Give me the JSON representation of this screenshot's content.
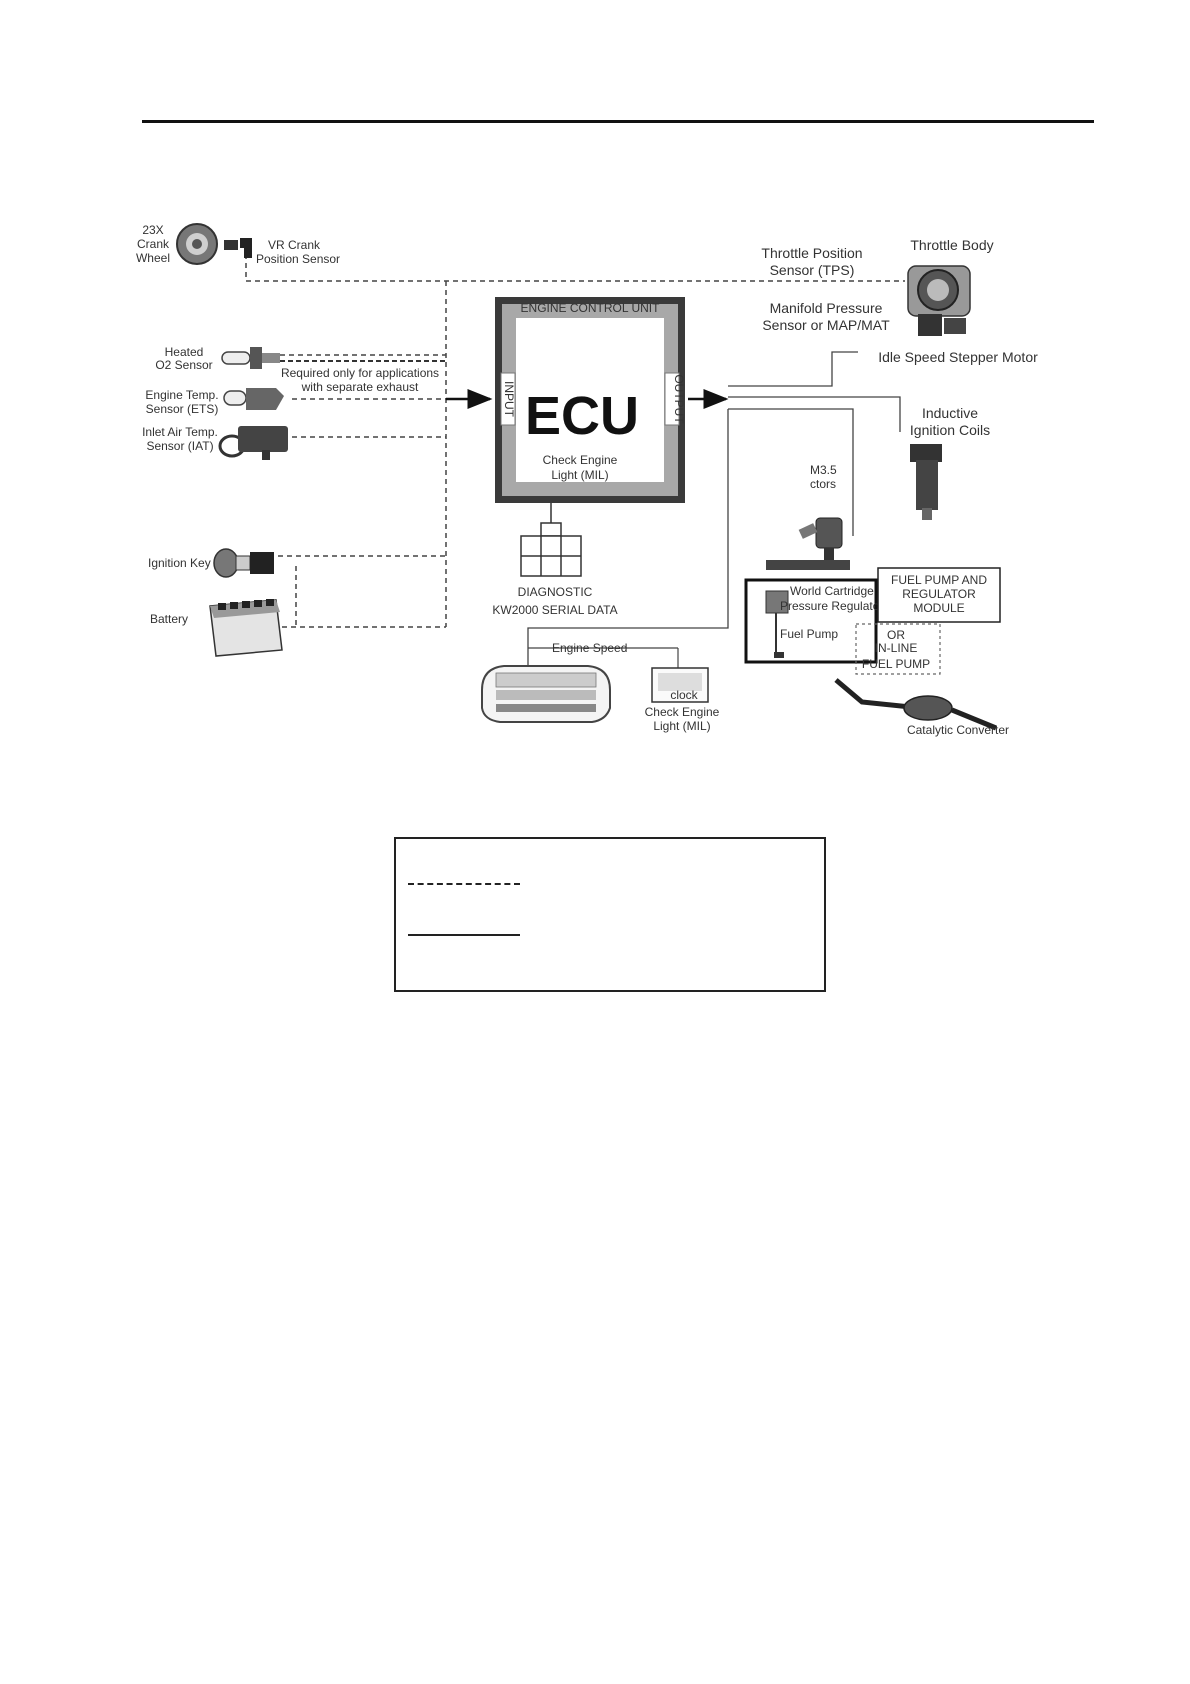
{
  "labels": {
    "crank_wheel": [
      "23X",
      "Crank",
      "Wheel"
    ],
    "vr_crank": [
      "VR Crank",
      "Position Sensor"
    ],
    "o2": [
      "Heated",
      "O2 Sensor"
    ],
    "o2_note": [
      "Required only for applications",
      "with separate exhaust"
    ],
    "ets": [
      "Engine Temp.",
      "Sensor (ETS)"
    ],
    "iat": [
      "Inlet Air Temp.",
      "Sensor (IAT)"
    ],
    "ignition_key": "Ignition Key",
    "battery": "Battery",
    "ecu_header": "ENGINE CONTROL UNIT",
    "ecu_big": "ECU",
    "ecu_input": "INPUT",
    "ecu_output": "OUTPUT",
    "ecu_mil": [
      "Check Engine",
      "Light (MIL)"
    ],
    "diagnostic": [
      "DIAGNOSTIC",
      "KW2000 SERIAL DATA"
    ],
    "engine_speed": "Engine Speed",
    "clock": "clock",
    "check_engine_display": [
      "Check Engine",
      "Light (MIL)"
    ],
    "tps": [
      "Throttle Position",
      "Sensor (TPS)"
    ],
    "throttle_body": "Throttle Body",
    "map": [
      "Manifold Pressure",
      "Sensor or MAP/MAT"
    ],
    "idle_motor": "Idle Speed Stepper Motor",
    "coils": [
      "Inductive",
      "Ignition Coils"
    ],
    "injectors": [
      "M3.5",
      "ctors"
    ],
    "regulator": [
      "World Cartridge",
      "Pressure Regulator"
    ],
    "fuel_pump": "Fuel Pump",
    "fuel_module": [
      "FUEL PUMP  AND",
      "REGULATOR",
      "MODULE"
    ],
    "inline_pump": [
      "OR",
      "IN-LINE",
      "FUEL PUMP"
    ],
    "catalytic": "Catalytic Converter"
  },
  "legend": {
    "dashed": "",
    "solid": ""
  }
}
